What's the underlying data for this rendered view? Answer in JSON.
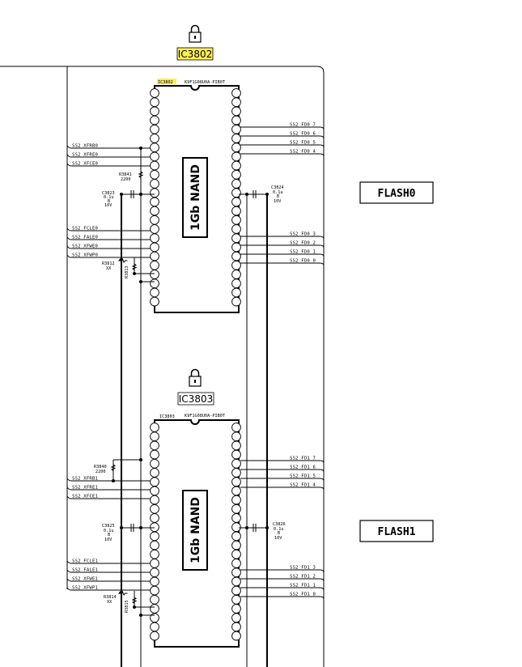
{
  "chips": [
    {
      "ref": "IC3802",
      "ref_small": "IC3802",
      "part": "K9F1G08U0A-PIB0T",
      "type_label": "1Gb NAND",
      "flash_label": "FLASH0",
      "highlighted": true,
      "left_signals": [
        "SS2_XFRB0",
        "SS2_XFRE0",
        "SS2_XFCE0",
        "SS2_FCLE0",
        "SS2_FALE0",
        "SS2_XFWE0",
        "SS2_XFWP0"
      ],
      "right_signals_top": [
        "SS2_FD0_7",
        "SS2_FD0_6",
        "SS2_FD0_5",
        "SS2_FD0_4"
      ],
      "right_signals_bottom": [
        "SS2_FD0_3",
        "SS2_FD0_2",
        "SS2_FD0_1",
        "SS2_FD0_0"
      ],
      "pullup": {
        "ref": "R3841",
        "value": "2200"
      },
      "cap_left": {
        "ref": "C3823",
        "value": "0.1u",
        "mark": "B",
        "voltage": "10V"
      },
      "cap_right": {
        "ref": "C3824",
        "value": "0.1u",
        "mark": "B",
        "voltage": "10V"
      },
      "res_wp": {
        "ref": "R3812",
        "value": "XX"
      },
      "res_vert": {
        "ref": "R3813"
      }
    },
    {
      "ref": "IC3803",
      "ref_small": "IC3803",
      "part": "K9F1G08U0A-PIB0T",
      "type_label": "1Gb NAND",
      "flash_label": "FLASH1",
      "highlighted": false,
      "left_signals": [
        "SS2_XFRB1",
        "SS2_XFRE1",
        "SS2_XFCE1",
        "SS2_FCLE1",
        "SS2_FALE1",
        "SS2_XFWE1",
        "SS2_XFWP1"
      ],
      "right_signals_top": [
        "SS2_FD1_7",
        "SS2_FD1_6",
        "SS2_FD1_5",
        "SS2_FD1_4"
      ],
      "right_signals_bottom": [
        "SS2_FD1_3",
        "SS2_FD1_2",
        "SS2_FD1_1",
        "SS2_FD1_0"
      ],
      "pullup": {
        "ref": "R3840",
        "value": "2200"
      },
      "cap_left": {
        "ref": "C3825",
        "value": "0.1u",
        "mark": "B",
        "voltage": "10V"
      },
      "cap_right": {
        "ref": "C3826",
        "value": "0.1u",
        "mark": "B",
        "voltage": "10V"
      },
      "res_wp": {
        "ref": "R3814",
        "value": "XX"
      },
      "res_vert": {
        "ref": "R3815"
      }
    }
  ],
  "colors": {
    "highlight": "#ffee55",
    "ink": "#000000",
    "paper": "#ffffff"
  },
  "icons": {
    "lock": "lock-icon"
  }
}
